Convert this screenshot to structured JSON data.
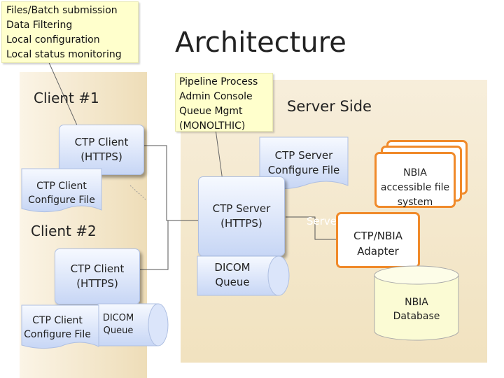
{
  "title": "Architecture",
  "client_note": "Files/Batch submission\nData Filtering\nLocal configuration\nLocal status monitoring",
  "server_note": "Pipeline Process\nAdmin Console\nQueue Mgmt\n(MONOLTHIC)",
  "client1": {
    "heading": "Client #1",
    "ctp_client": "CTP Client\n(HTTPS)",
    "config_file": "CTP Client\nConfigure File"
  },
  "client2": {
    "heading": "Client #2",
    "ctp_client": "CTP Client\n(HTTPS)",
    "config_file": "CTP Client\nConfigure File",
    "dicom_queue": "DICOM\nQueue"
  },
  "server": {
    "heading": "Server Side",
    "watermark": "Server",
    "ctp_server": "CTP Server\n(HTTPS)",
    "config_file": "CTP Server\nConfigure File",
    "dicom_queue": "DICOM\nQueue",
    "nbia_fs": "NBIA\naccessible file\nsystem",
    "adapter": "CTP/NBIA\nAdapter",
    "database": "NBIA\nDatabase"
  },
  "colors": {
    "note_fill": "#ffffcc",
    "box_top": "#f6f9ff",
    "box_bottom": "#c7d6f5",
    "accent_orange": "#f08a2a",
    "db_fill": "#fbfbd4",
    "region_tan": "#f1e2bf"
  }
}
